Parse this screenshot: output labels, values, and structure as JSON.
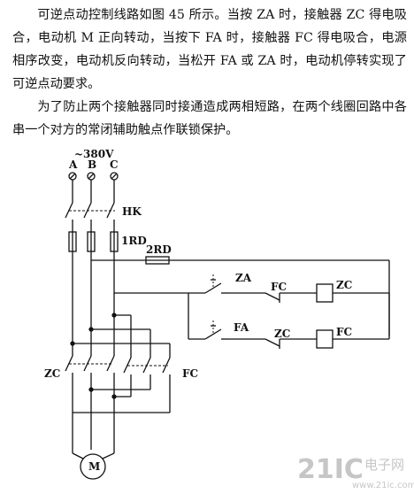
{
  "paragraphs": [
    "可逆点动控制线路如图 45 所示。当按 ZA 时，接触器 ZC 得电吸合，电动机 M 正向转动，当按下 FA 时，接触器 FC 得电吸合，电源相序改变，电动机反向转动，当松开 FA 或 ZA 时，电动机停转实现了可逆点动要求。",
    "为了防止两个接触器同时接通造成两相短路，在两个线圈回路中各串一个对方的常闭辅助触点作联锁保护。"
  ],
  "diagram": {
    "voltage": "~380V",
    "phases": [
      "A",
      "B",
      "C"
    ],
    "switch_label": "HK",
    "fuse_main": "1RD",
    "fuse_control": "2RD",
    "button_forward": "ZA",
    "button_reverse": "FA",
    "interlock_fc": "FC",
    "interlock_zc": "ZC",
    "coil_zc": "ZC",
    "coil_fc": "FC",
    "contactor_zc": "ZC",
    "contactor_fc": "FC",
    "motor": "M"
  },
  "watermark": {
    "number": "21IC",
    "site": "电子网",
    "url": "www.21ic.com"
  }
}
